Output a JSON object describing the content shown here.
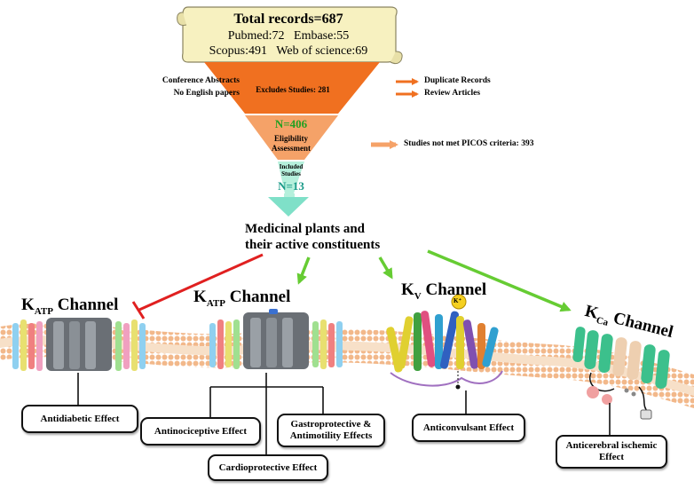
{
  "flow": {
    "total": "Total records=687",
    "db_line1": "Pubmed:72   Embase:55",
    "db_line2": "Scopus:491   Web of science:69",
    "excludes": "Excludes Studies: 281",
    "left_reasons": [
      "Conference Abstracts",
      "No English papers"
    ],
    "right_reasons": [
      "Duplicate Records",
      "Review Articles"
    ],
    "n2": "N=406",
    "eligibility_1": "Eligibility",
    "eligibility_2": "Assessment",
    "picos": "Studies not met PICOS criteria: 393",
    "included_1": "Included",
    "included_2": "Studies",
    "n3": "N=13"
  },
  "plants": {
    "line1": "Medicinal plants and",
    "line2": "their active constituents"
  },
  "channels": [
    {
      "name": "K",
      "sub": "ATP",
      "suffix": " Channel"
    },
    {
      "name": "K",
      "sub": "ATP",
      "suffix": " Channel"
    },
    {
      "name": "K",
      "sub": "V",
      "suffix": " Channel"
    },
    {
      "name": "K",
      "sub": "Ca",
      "suffix": " Channel"
    }
  ],
  "ion_label": "K⁺",
  "effects": {
    "antidiabetic": "Antidiabetic Effect",
    "antinociceptive": "Antinociceptive Effect",
    "gastro_1": "Gastroprotective &",
    "gastro_2": "Antimotility Effects",
    "cardio": "Cardioprotective Effect",
    "anticonvulsant": "Anticonvulsant Effect",
    "anticerebral_1": "Anticerebral ischemic",
    "anticerebral_2": "Effect"
  },
  "colors": {
    "scroll": "#f7f1c0",
    "funnel_top": "#f07020",
    "funnel_mid": "#f5a268",
    "funnel_bottom": "#b5f0dc",
    "green_text": "#22a022",
    "teal_text": "#1a9a88",
    "arrow_green": "#66cc33",
    "arrow_red": "#e02020",
    "arrow_orange": "#f07020",
    "arrow_peach": "#f5a268",
    "membrane": "#f0b080"
  }
}
